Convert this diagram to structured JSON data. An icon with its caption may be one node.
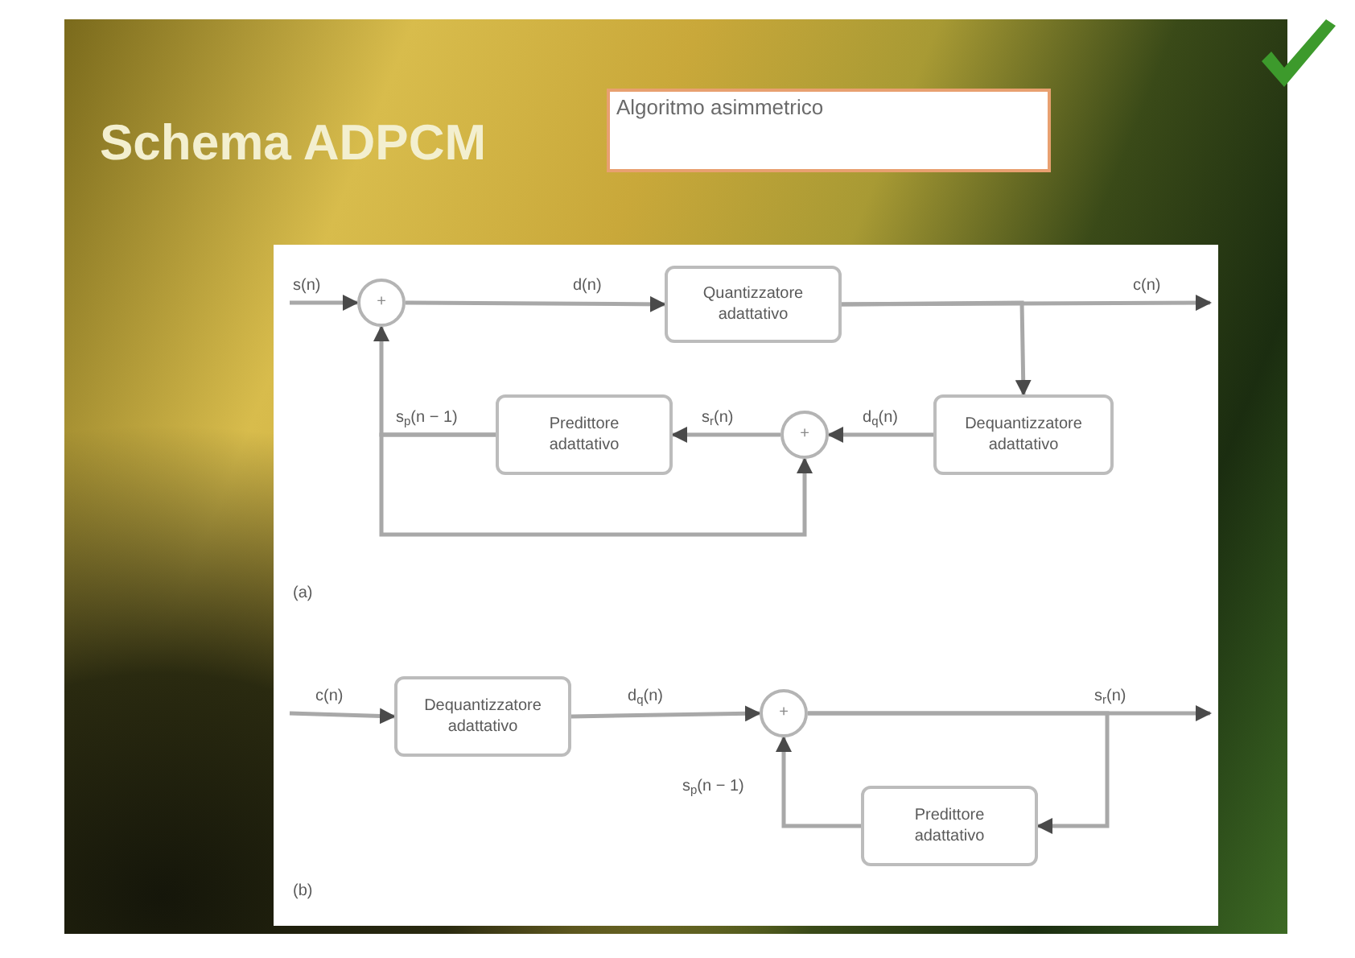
{
  "diagram": {
    "title": "Schema ADPCM",
    "nodes": [
      {
        "text": [
          "Algoritmo asimmetrico"
        ]
      },
      {
        "text": [
          "+"
        ]
      },
      {
        "text": [
          "Quantizzatore adattativo"
        ]
      },
      {
        "text": [
          "Predittore adattativo"
        ]
      },
      {
        "text": [
          "+"
        ]
      },
      {
        "text": [
          "Dequantizzatore adattativo"
        ]
      },
      {
        "text": [
          "Dequantizzatore adattativo"
        ]
      },
      {
        "text": [
          "+"
        ]
      },
      {
        "text": [
          "Predittore adattativo"
        ]
      }
    ],
    "edges": [
      {
        "from": null,
        "to": 1,
        "arrow": "to",
        "label": "s(n)"
      },
      {
        "from": 1,
        "to": 2,
        "arrow": "to",
        "label": "d(n)"
      },
      {
        "from": 2,
        "to": null,
        "arrow": "to",
        "label": "c(n)"
      },
      {
        "from": 2,
        "to": 5,
        "arrow": "to"
      },
      {
        "from": 5,
        "to": 4,
        "arrow": "to",
        "label": "d$_{q}$(n)"
      },
      {
        "from": 4,
        "to": 3,
        "arrow": "to",
        "label": "s$_{r}$(n)"
      },
      {
        "from": 3,
        "to": 1,
        "arrow": "to",
        "label": "s$_{p}$(n − 1)"
      },
      {
        "from": 3,
        "to": 4,
        "arrow": "to"
      },
      {
        "from": null,
        "to": 6,
        "arrow": "to",
        "label": "c(n)"
      },
      {
        "from": 6,
        "to": 7,
        "arrow": "to",
        "label": "d$_{q}$(n)"
      },
      {
        "from": 7,
        "to": null,
        "arrow": "to",
        "label": "s$_{r}$(n)"
      },
      {
        "from": 7,
        "to": 8,
        "arrow": "to"
      },
      {
        "from": 8,
        "to": 7,
        "arrow": "to",
        "label": "s$_{p}$(n − 1)"
      }
    ],
    "labels": [
      "(a)",
      "(b)"
    ]
  }
}
